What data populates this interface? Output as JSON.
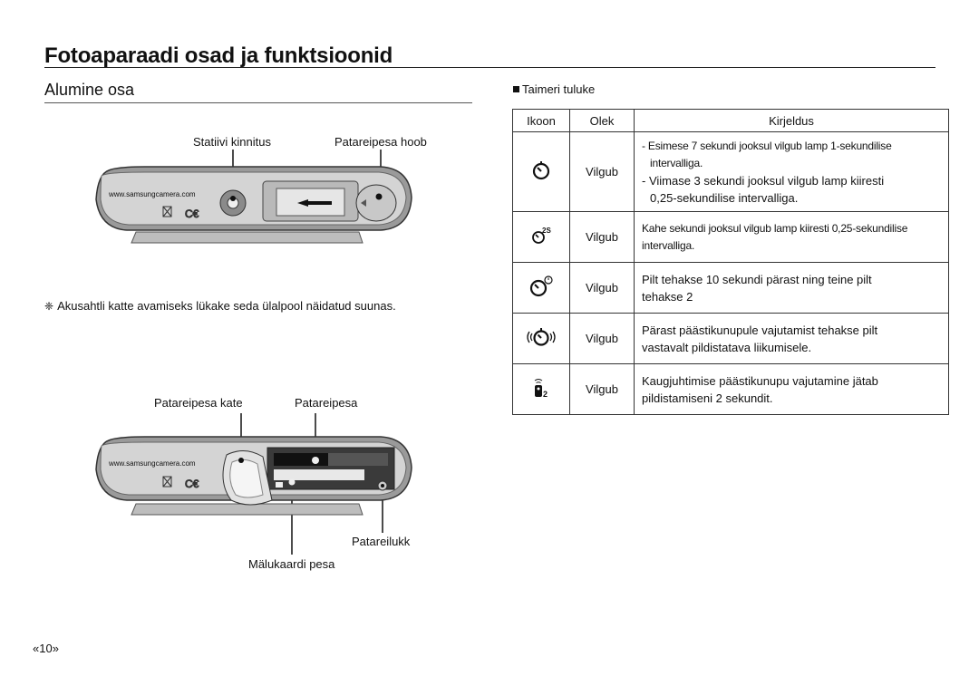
{
  "page": {
    "title": "Fotoaparaadi osad ja funktsioonid",
    "section": "Alumine osa",
    "page_number": "«10»"
  },
  "camera_top": {
    "label_tripod": "Statiivi kinnitus",
    "label_battery_lid": "Patareipesa hoob",
    "website": "www.samsungcamera.com"
  },
  "note": {
    "symbol": "❈",
    "text": "Akusahtli katte avamiseks lükake seda ülalpool näidatud suunas."
  },
  "camera_bottom": {
    "label_cover": "Patareipesa kate",
    "label_chamber": "Patareipesa",
    "label_lock": "Patareilukk",
    "label_card_slot": "Mälukaardi pesa",
    "website": "www.samsungcamera.com"
  },
  "timer": {
    "heading": "Taimeri tuluke",
    "columns": [
      "Ikoon",
      "Olek",
      "Kirjeldus"
    ],
    "rows": [
      {
        "icon": "self-timer-icon",
        "state": "Vilgub",
        "desc_lines": [
          "- Esimese 7 sekundi jooksul vilgub lamp 1-sekundilise",
          "intervalliga.",
          "- Viimase 3 sekundi jooksul vilgub lamp kiiresti",
          "0,25-sekundilise intervalliga."
        ]
      },
      {
        "icon": "self-timer-2s-icon",
        "icon_text": "2S",
        "state": "Vilgub",
        "desc_lines": [
          "Kahe sekundi jooksul vilgub lamp kiiresti 0,25-sekundilise",
          "intervalliga."
        ]
      },
      {
        "icon": "double-timer-icon",
        "state": "Vilgub",
        "desc_lines": [
          "Pilt tehakse 10 sekundi pärast ning teine pilt",
          "tehakse 2"
        ]
      },
      {
        "icon": "motion-timer-icon",
        "state": "Vilgub",
        "desc_lines": [
          "Pärast päästikunupule vajutamist tehakse pilt",
          "vastavalt pildistatava liikumisele."
        ]
      },
      {
        "icon": "remote-timer-icon",
        "icon_text": "2",
        "state": "Vilgub",
        "desc_lines": [
          "Kaugjuhtimise päästikunupu vajutamine jätab",
          "pildistamiseni 2 sekundit."
        ]
      }
    ]
  }
}
